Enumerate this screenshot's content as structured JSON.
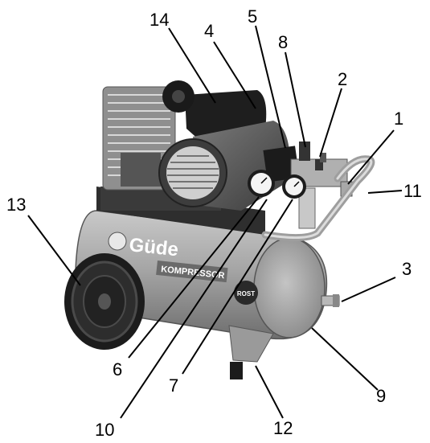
{
  "product": {
    "brand_logo_text": "Güde",
    "tank_label": "KOMPRESSOR",
    "badge_text": "ROST"
  },
  "callouts": [
    {
      "id": "1",
      "label": "1"
    },
    {
      "id": "2",
      "label": "2"
    },
    {
      "id": "3",
      "label": "3"
    },
    {
      "id": "4",
      "label": "4"
    },
    {
      "id": "5",
      "label": "5"
    },
    {
      "id": "6",
      "label": "6"
    },
    {
      "id": "7",
      "label": "7"
    },
    {
      "id": "8",
      "label": "8"
    },
    {
      "id": "9",
      "label": "9"
    },
    {
      "id": "10",
      "label": "10"
    },
    {
      "id": "11",
      "label": "11"
    },
    {
      "id": "12",
      "label": "12"
    },
    {
      "id": "13",
      "label": "13"
    },
    {
      "id": "14",
      "label": "14"
    }
  ]
}
